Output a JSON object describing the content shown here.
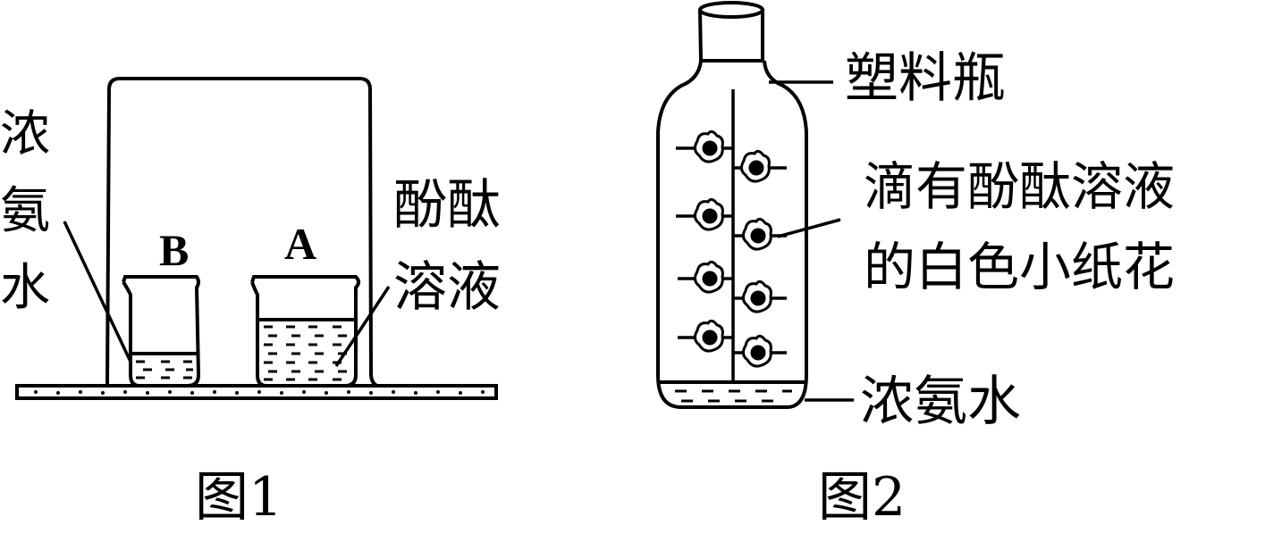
{
  "figure1": {
    "caption": "图1",
    "beaker_b_label": "B",
    "beaker_a_label": "A",
    "left_label": [
      "浓",
      "氨",
      "水"
    ],
    "right_label_line1": "酚酞",
    "right_label_line2": "溶液"
  },
  "figure2": {
    "caption": "图2",
    "bottle_label": "塑料瓶",
    "flower_label_line1": "滴有酚酞溶液",
    "flower_label_line2": "的白色小纸花",
    "bottom_label": "浓氨水"
  }
}
